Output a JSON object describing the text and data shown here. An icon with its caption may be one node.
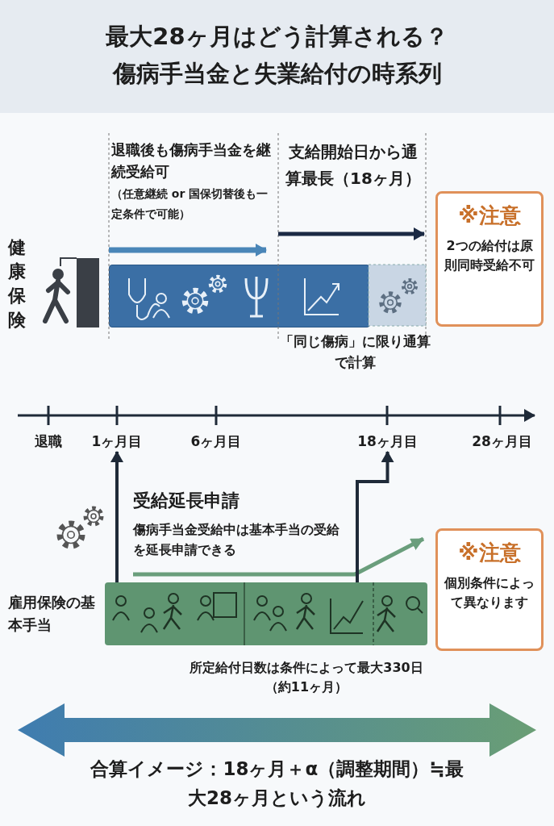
{
  "diagram": {
    "title": "最大28ヶ月はどう計算される？傷病手当金と失業給付の時系列",
    "caption": "合算イメージ：18ヶ月＋α（調整期間）≒最大28ヶ月という流れ",
    "nodes": [
      {
        "text": [
          "※注意",
          "2つの給付は原則同時受給不可"
        ]
      },
      {
        "text": [
          "※注意",
          "個別条件によって異なります"
        ]
      },
      {
        "text": [],
        "shape": "bar"
      },
      {
        "text": [],
        "shape": "bar",
        "beside": [
          "雇用保険の基本手当"
        ]
      },
      {
        "text": [
          "1ヶ月目"
        ]
      },
      {
        "text": [
          "18ヶ月目"
        ]
      }
    ],
    "edges": [
      {
        "from": 3,
        "to": 4,
        "arrow": "to"
      },
      {
        "from": 3,
        "to": 5,
        "arrow": "to"
      }
    ],
    "labels": [
      "退職後も傷病手当金を継続受給可",
      "（任意継続 or 国保切替後も一定条件で可能）",
      "支給開始日から通算最長（18ヶ月）",
      "健康保険",
      "「同じ傷病」に限り通算で計算",
      "退職",
      "6ヶ月目",
      "28ヶ月目",
      "受給延長申請",
      "傷病手当金受給中は基本手当の受給を延長申請できる",
      "所定給付日数は条件によって最大330日（約11ヶ月）"
    ]
  }
}
